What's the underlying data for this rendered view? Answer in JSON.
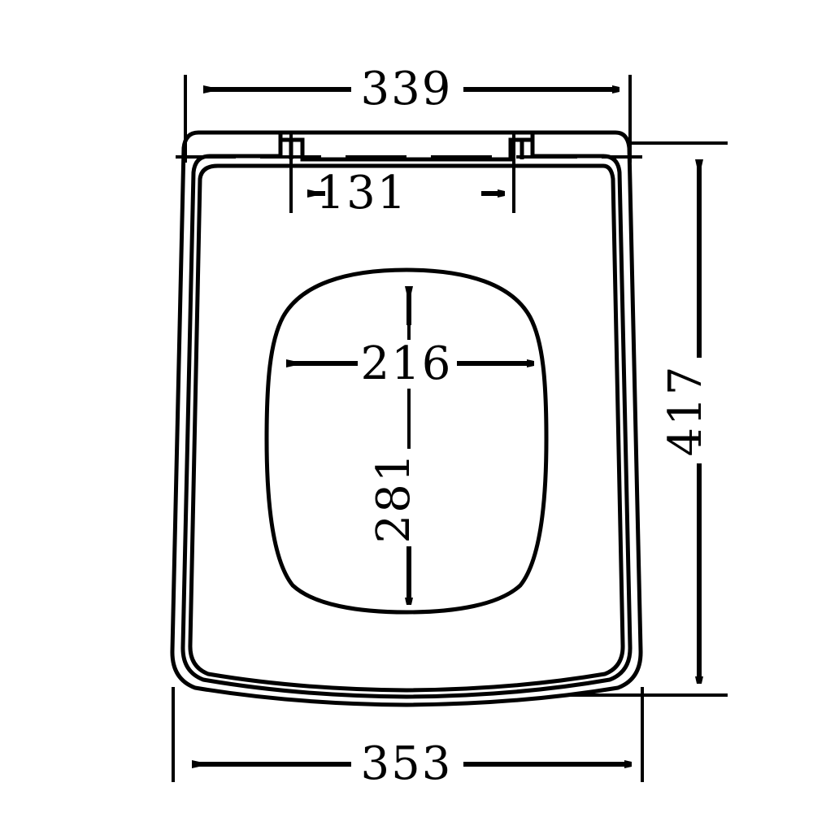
{
  "document": {
    "type": "technical-drawing",
    "subject": "toilet-seat-and-lid-top-view",
    "units": "mm",
    "background_color": "#ffffff",
    "line_color": "#000000"
  },
  "dimensions": {
    "top_width": {
      "label": "339",
      "name": "lid-top-width",
      "orientation": "horizontal",
      "position": "top"
    },
    "hinge_spacing": {
      "label": "131",
      "name": "hinge-cutout-spacing",
      "orientation": "horizontal",
      "position": "upper-inner"
    },
    "opening_width": {
      "label": "216",
      "name": "seat-opening-width",
      "orientation": "horizontal",
      "position": "center"
    },
    "opening_length": {
      "label": "281",
      "name": "seat-opening-length",
      "orientation": "vertical-rotated",
      "position": "center"
    },
    "overall_length": {
      "label": "417",
      "name": "overall-length",
      "orientation": "vertical-rotated",
      "position": "right"
    },
    "bottom_width": {
      "label": "353",
      "name": "lid-bottom-width",
      "orientation": "horizontal",
      "position": "bottom"
    }
  }
}
